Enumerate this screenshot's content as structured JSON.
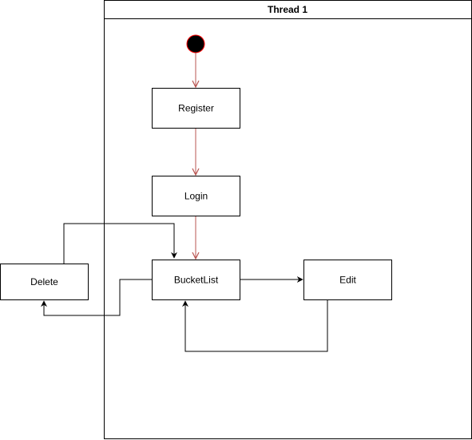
{
  "swimlane": {
    "title": "Thread 1"
  },
  "nodes": {
    "register": "Register",
    "login": "Login",
    "bucketlist": "BucketList",
    "edit": "Edit",
    "delete": "Delete"
  },
  "colors": {
    "flow_red": "#b85450",
    "start_fill": "#000000",
    "start_stroke": "#ff0000",
    "line_black": "#000000",
    "box_fill": "#ffffff"
  }
}
